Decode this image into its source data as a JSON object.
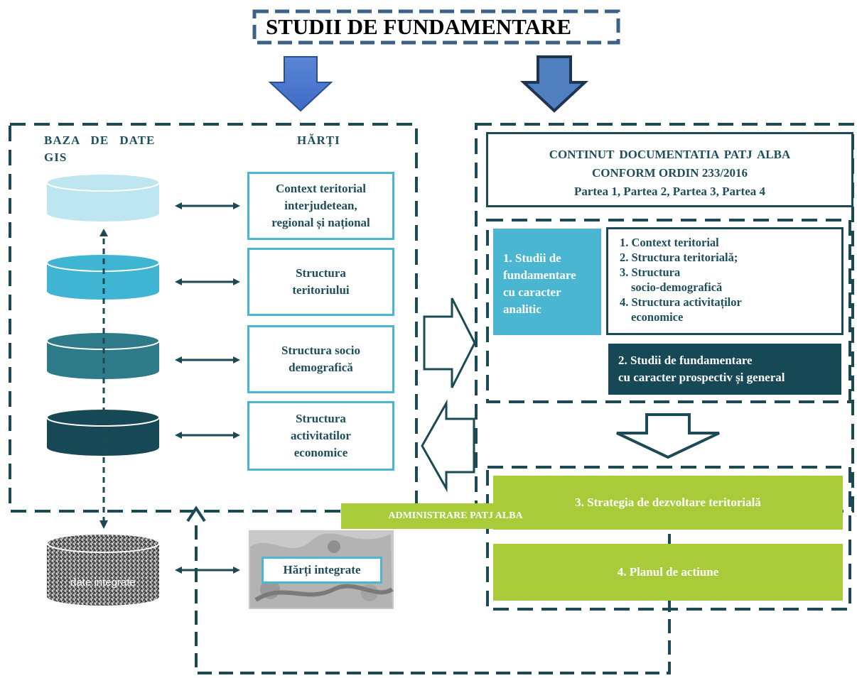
{
  "title": "STUDII DE FUNDAMENTARE",
  "left_panel": {
    "header_db_line1": "BAZA DE DATE",
    "header_db_line2": "GIS",
    "header_maps": "HĂRȚI",
    "maps": [
      {
        "lines": [
          "Context teritorial",
          "interjudetean,",
          "regional și național"
        ]
      },
      {
        "lines": [
          "Structura",
          "teritoriului"
        ]
      },
      {
        "lines": [
          "Structura socio",
          "demografică"
        ]
      },
      {
        "lines": [
          "Structura",
          "activitatilor",
          "economice"
        ]
      }
    ],
    "integrated_db_label": "date integrate",
    "integrated_maps_label": "Hărți integrate",
    "colors": {
      "cyl1": "#bde6f0",
      "cyl2": "#3fb4d3",
      "cyl3": "#2d7a88",
      "cyl4": "#164955",
      "accent": "#4ab6d2",
      "dark": "#1b4a55"
    }
  },
  "right_panel": {
    "content_box": {
      "line1": "CONTINUT DOCUMENTATIA  PATJ ALBA",
      "line2": "CONFORM ORDIN 233/2016",
      "line3": "Partea 1, Partea 2, Partea 3, Partea 4"
    },
    "analytic_studies": [
      "1. Studii de",
      "fundamentare",
      "cu caracter",
      "analitic"
    ],
    "analytic_list": [
      {
        "text": "1. Context teritorial",
        "indent": false
      },
      {
        "text": "2. Structura teritorială;",
        "indent": false
      },
      {
        "text": "3. Structura",
        "indent": false
      },
      {
        "text": "socio-demografică",
        "indent": true
      },
      {
        "text": "4. Structura  activitaților",
        "indent": false
      },
      {
        "text": "economice",
        "indent": true
      }
    ],
    "prospective_studies": [
      "2. Studii de fundamentare",
      "cu caracter prospectiv și general"
    ],
    "strategy_label": "3. Strategia de dezvoltare teritorială",
    "action_plan_label": "4. Planul de actiune",
    "colors": {
      "green": "#a9cb3a",
      "cyan": "#4ab6d2",
      "dark": "#164955"
    }
  },
  "admin_label": "ADMINISTRARE PATJ ALBA"
}
